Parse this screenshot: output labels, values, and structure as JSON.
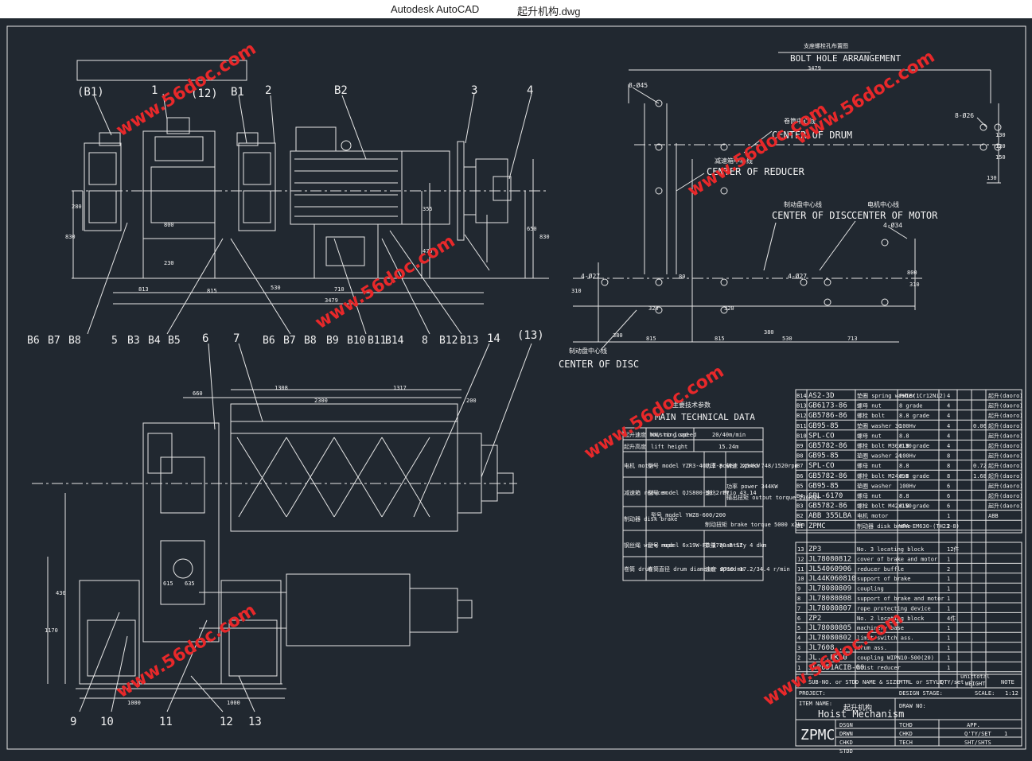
{
  "window": {
    "app_name": "Autodesk AutoCAD",
    "file_name": "起升机构.dwg"
  },
  "watermark": {
    "text": "www.56doc.com",
    "color": "#e8282a"
  },
  "colors": {
    "background": "#212830",
    "linework": "#e6e6e6",
    "titlebar": "#ffffff"
  },
  "front_view": {
    "labels_top": [
      "(B1)",
      "1",
      "(12)",
      "B1",
      "2",
      "B2",
      "3",
      "4"
    ],
    "labels_bottom": [
      "B6",
      "B7",
      "B8",
      "5",
      "B3",
      "B4",
      "B5",
      "B6",
      "B7",
      "B8",
      "B9",
      "B10",
      "B11",
      "B14",
      "8",
      "B12",
      "B13"
    ],
    "dims": [
      "280",
      "830",
      "800",
      "230",
      "355",
      "475",
      "650",
      "830",
      "813",
      "530",
      "815",
      "710",
      "3479"
    ]
  },
  "plan_view": {
    "labels_top": [
      "6",
      "7",
      "14",
      "(13)"
    ],
    "labels_bottom": [
      "9",
      "10",
      "11",
      "12",
      "13"
    ],
    "dims": [
      "660",
      "1308",
      "1317",
      "2300",
      "200",
      "430",
      "1170",
      "1000",
      "1000",
      "615",
      "635"
    ]
  },
  "bolt_plan": {
    "title_cn": "支座螺栓孔布置图",
    "title_en": "BOLT HOLE ARRANGEMENT",
    "dim_total": "3479",
    "holes": [
      "8-Ø45",
      "8-Ø26",
      "4-Ø27",
      "4-Ø34",
      "4-Ø27"
    ],
    "centers": [
      {
        "cn": "卷筒中心线",
        "en": "CENTER OF DRUM"
      },
      {
        "cn": "减速箱中心线",
        "en": "CENTER OF REDUCER"
      },
      {
        "cn": "制动盘中心线",
        "en": "CENTER OF DISC"
      },
      {
        "cn": "电机中心线",
        "en": "CENTER OF MOTOR"
      },
      {
        "cn": "制动盘中心线",
        "en": "CENTER OF DISC"
      }
    ],
    "dims": [
      "130",
      "120",
      "150",
      "130",
      "310",
      "320",
      "380",
      "815",
      "320",
      "380",
      "530",
      "310",
      "800",
      "713",
      "815",
      "80"
    ]
  },
  "tech_data": {
    "title_cn": "主要技术参数",
    "title_en": "MAIN TECHNICAL DATA",
    "rows": [
      [
        "起升速度 hoisting speed",
        "KN/ no load",
        "20/40m/min"
      ],
      [
        "起升高度",
        "lift height",
        "15.24m"
      ],
      [
        "电机 motor",
        "型号 model YZR3-400L2-8",
        "功率 power 2X54kW",
        "转速 speed 748/1520rpm"
      ],
      [
        "减速箱 reducer",
        "型号 model QJS800-50-2 PV",
        "速比 ratio 43.14",
        "功率 power 344KW",
        "输出扭矩 output torque 236KNM"
      ],
      [
        "制动器 disk brake",
        "型号 model YWZ8-600/200",
        "制动扭矩 brake torque 5000 x2Nm"
      ],
      [
        "钢丝绳 wire rope",
        "型号 model 6x19W-FC-1770-B-SZ",
        "数量 quantity 4 dkm"
      ],
      [
        "卷筒 drum",
        "卷筒直径 drum diameter Ø710 mm",
        "速度 speed 17.2/34.4 r/min"
      ]
    ]
  },
  "bom_purchased": [
    [
      "B14",
      "AS2-3D",
      "垫圈 spring washer",
      "PHI8(1Cr12Ni2)",
      "4",
      "",
      "",
      "起升(daoro)"
    ],
    [
      "B13",
      "GB6173-86",
      "螺母 nut",
      "8 grade",
      "4",
      "",
      "",
      "起升(daoro)"
    ],
    [
      "B12",
      "GB5786-86",
      "螺栓 bolt",
      "8.8 grade",
      "4",
      "",
      "",
      "起升(daoro)"
    ],
    [
      "B11",
      "GB95-85",
      "垫圈 washer 30",
      "100Hv",
      "4",
      "",
      "0.06",
      "起升(daoro)"
    ],
    [
      "B10",
      "SPL-CO",
      "螺母 nut",
      "8.8",
      "4",
      "",
      "",
      "起升(daoro)"
    ],
    [
      "B9",
      "GB5782-86",
      "螺栓 bolt M30x130",
      "8.8 grade",
      "4",
      "",
      "",
      "起升(daoro)"
    ],
    [
      "B8",
      "GB95-85",
      "垫圈 washer 24",
      "100Hv",
      "8",
      "",
      "",
      "起升(daoro)"
    ],
    [
      "B7",
      "SPL-CO",
      "螺母 nut",
      "8.8",
      "8",
      "",
      "0.72",
      "起升(daoro)"
    ],
    [
      "B6",
      "GB5782-86",
      "螺栓 bolt M24x90",
      "8.8 grade",
      "8",
      "",
      "1.68",
      "起升(daoro)"
    ],
    [
      "B5",
      "GB95-85",
      "垫圈 washer",
      "100Hv",
      "6",
      "",
      "",
      "起升(daoro)"
    ],
    [
      "B4",
      "SPL-6170",
      "螺母 nut",
      "8.8",
      "6",
      "",
      "",
      "起升(daoro)"
    ],
    [
      "B3",
      "GB5782-86",
      "螺栓 bolt M42x150",
      "8.8 grade",
      "6",
      "",
      "",
      "起升(daoro)"
    ],
    [
      "B2",
      "ABB 355LBA",
      "电机 motor",
      "",
      "1",
      "",
      "",
      "ABB"
    ],
    [
      "B1",
      "ZPMC",
      "制动器 disk brake",
      "WPA-EM630-(TH23-8)",
      "2",
      "",
      "",
      ""
    ]
  ],
  "bom_parts": [
    [
      "13",
      "ZP3",
      "No. 3 locating block",
      "12件"
    ],
    [
      "12",
      "JL78080812",
      "cover of brake and motor",
      "1"
    ],
    [
      "11",
      "JL54060906",
      "reducer buffle",
      "2"
    ],
    [
      "10",
      "JL44K060810",
      "support of brake",
      "1"
    ],
    [
      "9",
      "JL78080809",
      "coupling",
      "1"
    ],
    [
      "8",
      "JL78080808",
      "support of brake and motor",
      "1"
    ],
    [
      "7",
      "JL78080807",
      "rope protecting device",
      "1"
    ],
    [
      "6",
      "ZP2",
      "No. 2 locating block",
      "4件"
    ],
    [
      "5",
      "JL78080805",
      "machinery base",
      "1"
    ],
    [
      "4",
      "JL78080802",
      "limit switch ass.",
      "1"
    ],
    [
      "3",
      "JL7608...",
      "drum ass.",
      "1"
    ],
    [
      "2",
      "JL...PK10",
      "coupling  WIPN10-500(20)",
      "1"
    ],
    [
      "1",
      "JLR051ACIB-00",
      "hoist reducer",
      "1"
    ]
  ],
  "title_block": {
    "header": [
      "SUB-NO. or STDD",
      "NAME & SIZE",
      "MTRL or STYLE",
      "QTY/set",
      "unit",
      "total",
      "NOTE"
    ],
    "weight": "WEIGHT",
    "project_label": "PROJECT:",
    "design_stage": "DESIGN STAGE:",
    "scale_label": "SCALE:",
    "scale": "1:12",
    "item_name_label": "ITEM NAME:",
    "item_name_cn": "起升机构",
    "item_name_en": "Hoist Mechanism",
    "draw_no_label": "DRAW NO:",
    "company": "ZPMC",
    "signatures": [
      "DSGN",
      "DRWN",
      "CHKD",
      "STDD"
    ],
    "approvals": [
      "TCHD",
      "CHKD",
      "TECH"
    ],
    "app": "APP.",
    "sheet": "Q'TY/SET",
    "sheet_value": "1",
    "sht": "SHT/SHTS"
  }
}
